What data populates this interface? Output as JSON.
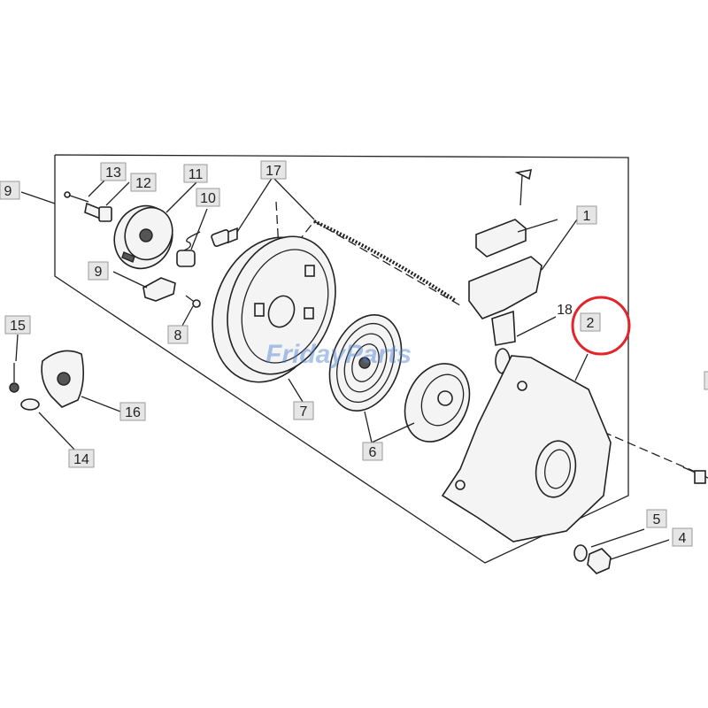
{
  "watermark": {
    "text": "FridayParts"
  },
  "highlight": {
    "color": "#e0262a",
    "part": "2"
  },
  "callouts": [
    {
      "id": "c1",
      "label": "1"
    },
    {
      "id": "c2",
      "label": "2"
    },
    {
      "id": "c4",
      "label": "4"
    },
    {
      "id": "c5",
      "label": "5"
    },
    {
      "id": "c6",
      "label": "6"
    },
    {
      "id": "c7",
      "label": "7"
    },
    {
      "id": "c8",
      "label": "8"
    },
    {
      "id": "c9a",
      "label": "9"
    },
    {
      "id": "c9b",
      "label": "9"
    },
    {
      "id": "c10",
      "label": "10"
    },
    {
      "id": "c11",
      "label": "11"
    },
    {
      "id": "c12",
      "label": "12"
    },
    {
      "id": "c13",
      "label": "13"
    },
    {
      "id": "c14",
      "label": "14"
    },
    {
      "id": "c15",
      "label": "15"
    },
    {
      "id": "c16",
      "label": "16"
    },
    {
      "id": "c17",
      "label": "17"
    },
    {
      "id": "c18",
      "label": "18"
    }
  ]
}
